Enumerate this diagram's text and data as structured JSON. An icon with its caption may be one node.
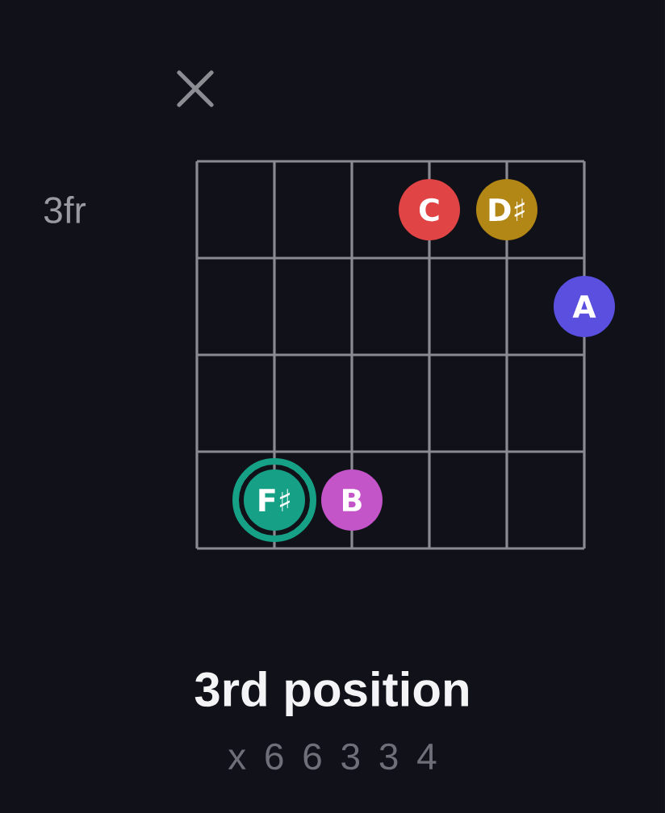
{
  "diagram": {
    "title": "3rd position",
    "caption": "x 6 6 3 3 4",
    "nodes": [
      {
        "text": [
          "C"
        ]
      },
      {
        "text": [
          "D♯"
        ]
      },
      {
        "text": [
          "A"
        ]
      },
      {
        "text": [
          "F♯"
        ]
      },
      {
        "text": [
          "B"
        ]
      }
    ],
    "labels": [
      "3fr"
    ]
  }
}
